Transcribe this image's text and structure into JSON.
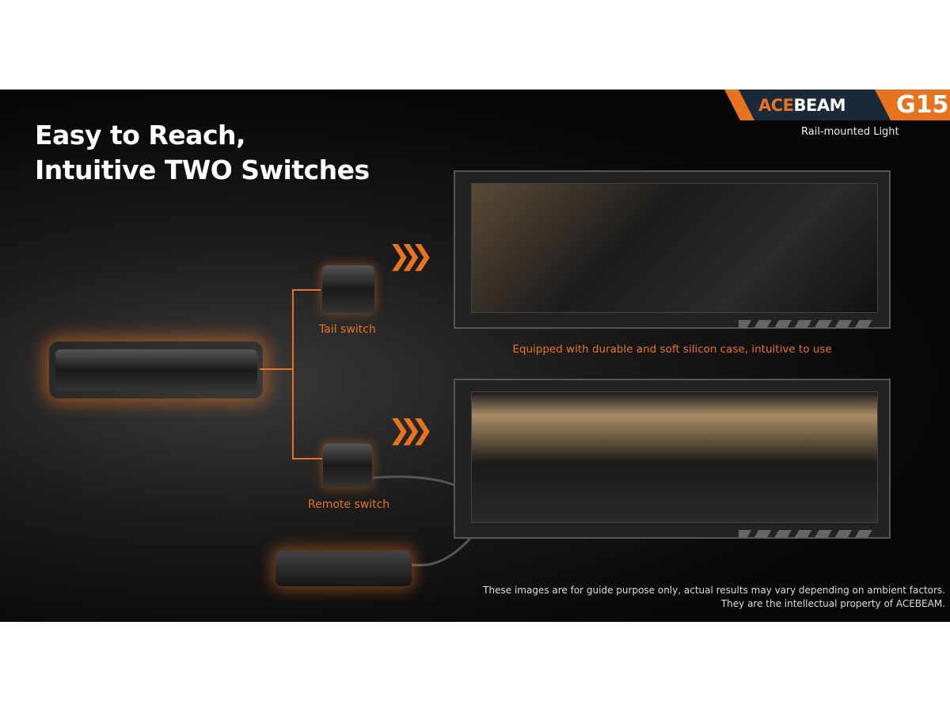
{
  "title": {
    "line1": "Easy to Reach,",
    "line2": "Intuitive TWO Switches"
  },
  "brand": {
    "part1": "ACE",
    "part2": "BEAM",
    "model": "G15",
    "subtitle": "Rail-mounted Light"
  },
  "labels": {
    "tail": "Tail switch",
    "remote": "Remote switch"
  },
  "caption": "Equipped with durable and soft silicon case, intuitive to use",
  "disclaimer": {
    "line1": "These images are for guide purpose only, actual results may vary depending on ambient factors.",
    "line2": "They are the intellectual property of ACEBEAM."
  },
  "colors": {
    "accent": "#e8731f",
    "banner": "#1b2a3a"
  }
}
